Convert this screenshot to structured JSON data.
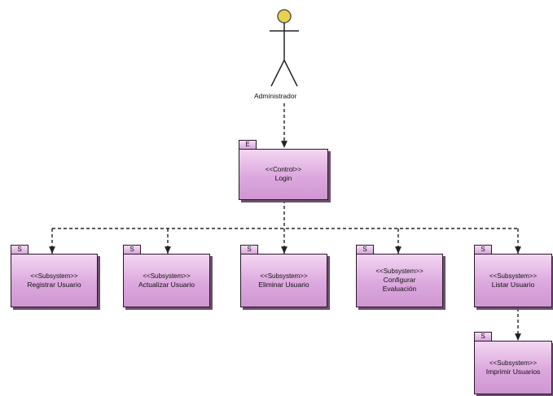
{
  "actor": {
    "name": "Administrador"
  },
  "control": {
    "tab": "E",
    "stereotype": "<<Control>>",
    "name": "Login"
  },
  "subsystems": [
    {
      "tab": "S",
      "stereotype": "<<Subsystem>>",
      "name": "Registrar Usuario"
    },
    {
      "tab": "S",
      "stereotype": "<<Subsystem>>",
      "name": "Actualizar Usuario"
    },
    {
      "tab": "S",
      "stereotype": "<<Subsystem>>",
      "name": "Eliminar Usuario"
    },
    {
      "tab": "S",
      "stereotype": "<<Subsystem>>",
      "name": "Configurar Evaluación"
    },
    {
      "tab": "S",
      "stereotype": "<<Subsystem>>",
      "name": "Listar Usuario"
    },
    {
      "tab": "S",
      "stereotype": "<<Subsystem>>",
      "name": "Imprimir Usuarios"
    }
  ],
  "colors": {
    "package_fill": "#dca8de",
    "outline": "#2a1a2a",
    "actor_head": "#e8d24a"
  }
}
